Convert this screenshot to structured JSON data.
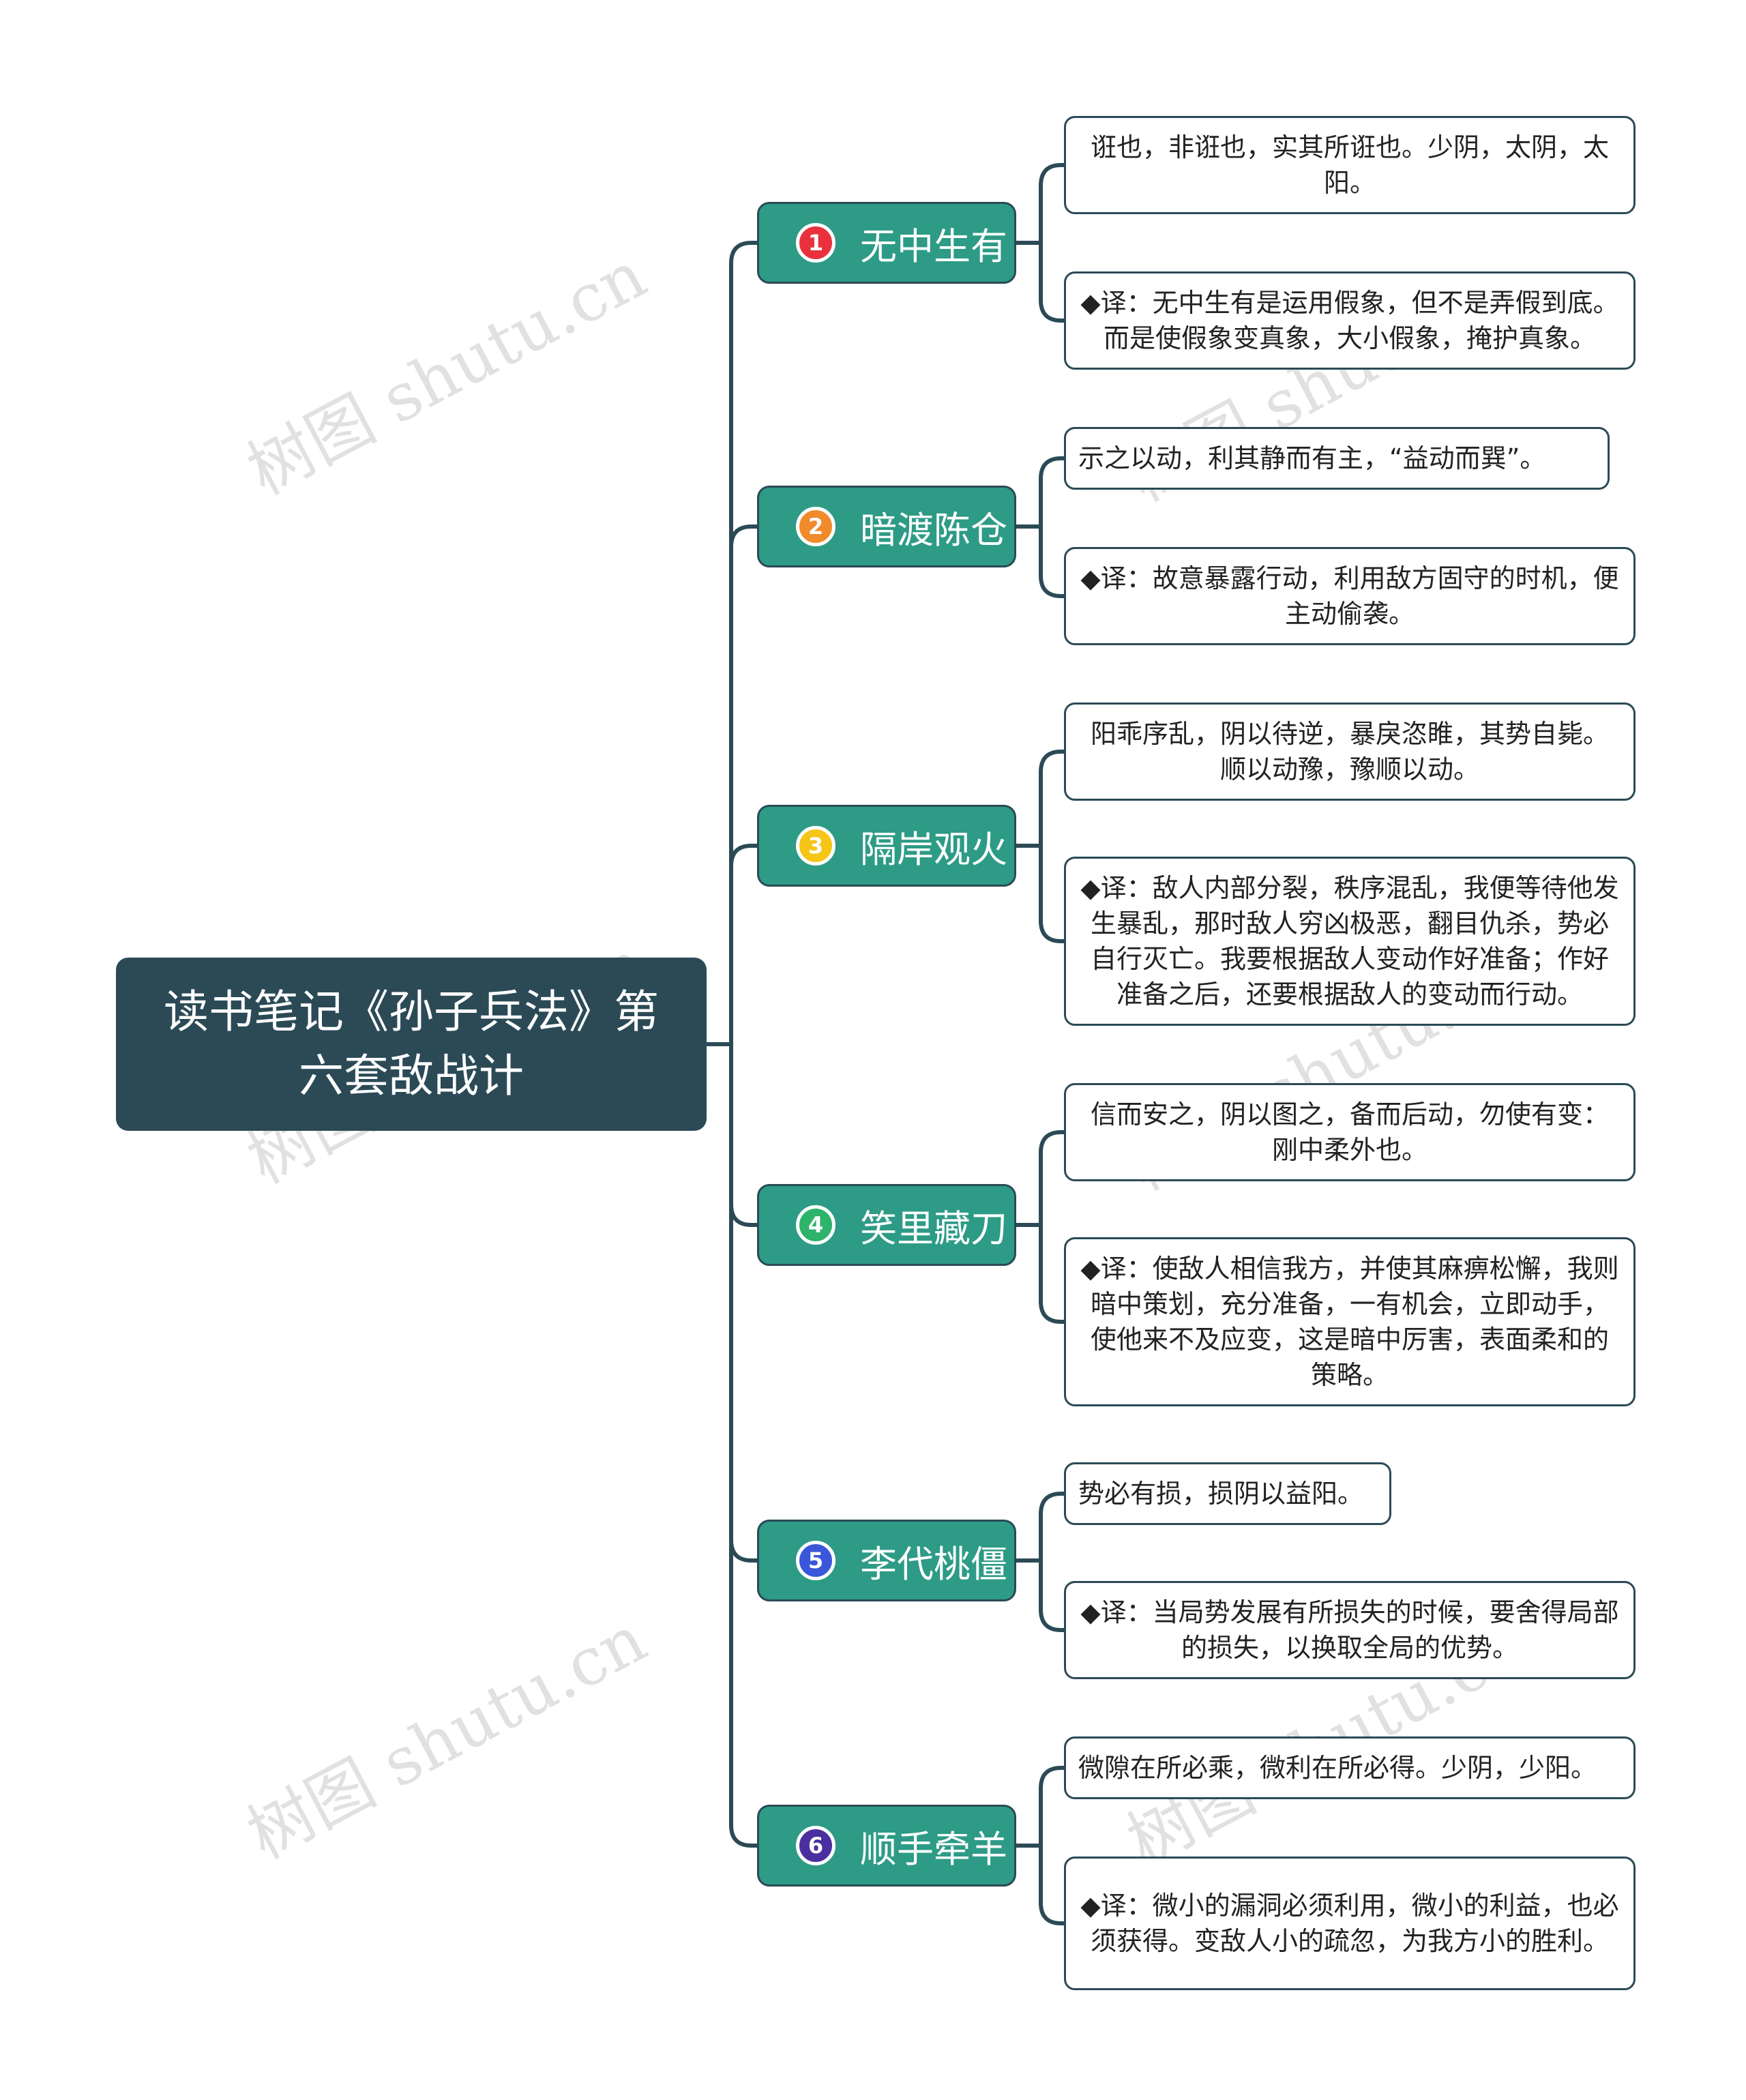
{
  "root": {
    "title": "读书笔记《孙子兵法》第六套敌战计"
  },
  "colors": {
    "root_bg": "#2b4a56",
    "branch_bg": "#2d9b86",
    "line": "#2b4a56",
    "badges": [
      "#e8313c",
      "#f08a2b",
      "#f5c518",
      "#2db36a",
      "#3a57d9",
      "#4b2f9f"
    ]
  },
  "branches": [
    {
      "number": "1",
      "label": "无中生有",
      "items": [
        "诳也，非诳也，实其所诳也。少阴，太阴，太阳。",
        "◆译：无中生有是运用假象，但不是弄假到底。而是使假象变真象，大小假象，掩护真象。"
      ]
    },
    {
      "number": "2",
      "label": "暗渡陈仓",
      "items": [
        "示之以动，利其静而有主，“益动而巽”。",
        "◆译：故意暴露行动，利用敌方固守的时机，便主动偷袭。"
      ]
    },
    {
      "number": "3",
      "label": "隔岸观火",
      "items": [
        "阳乖序乱，阴以待逆，暴戾恣睢，其势自毙。顺以动豫，豫顺以动。",
        "◆译：敌人内部分裂，秩序混乱，我便等待他发生暴乱，那时敌人穷凶极恶，翻目仇杀，势必自行灭亡。我要根据敌人变动作好准备；作好准备之后，还要根据敌人的变动而行动。"
      ]
    },
    {
      "number": "4",
      "label": "笑里藏刀",
      "items": [
        "信而安之，阴以图之，备而后动，勿使有变：刚中柔外也。",
        "◆译：使敌人相信我方，并使其麻痹松懈，我则暗中策划，充分准备，一有机会，立即动手，使他来不及应变，这是暗中厉害，表面柔和的策略。"
      ]
    },
    {
      "number": "5",
      "label": "李代桃僵",
      "items": [
        "势必有损，损阴以益阳。",
        "◆译：当局势发展有所损失的时候，要舍得局部的损失，以换取全局的优势。"
      ]
    },
    {
      "number": "6",
      "label": "顺手牵羊",
      "items": [
        "微隙在所必乘，微利在所必得。少阴，少阳。",
        "◆译：微小的漏洞必须利用，微小的利益，也必须获得。变敌人小的疏忽，为我方小的胜利。"
      ]
    }
  ],
  "watermark": "树图 shutu.cn"
}
